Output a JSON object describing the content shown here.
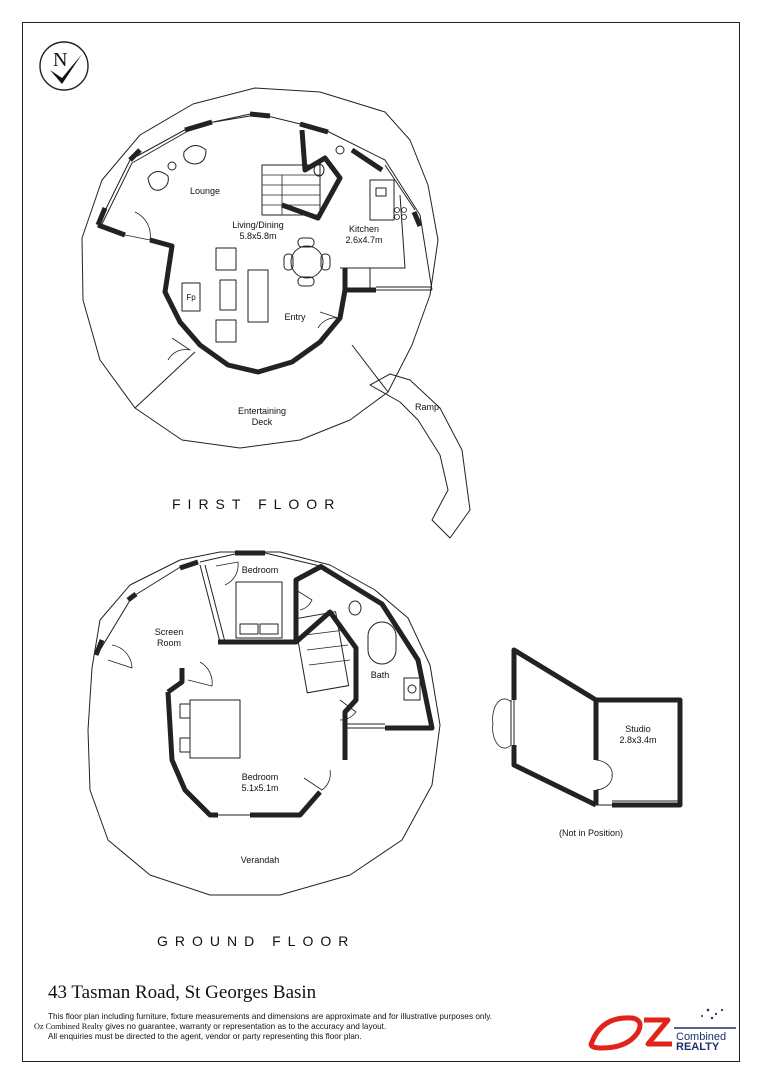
{
  "north_marker": "N",
  "first_floor": {
    "heading": "FIRST FLOOR",
    "rooms": {
      "lounge": "Lounge",
      "living_dining": "Living/Dining",
      "living_dining_size": "5.8x5.8m",
      "kitchen": "Kitchen",
      "kitchen_size": "2.6x4.7m",
      "entry": "Entry",
      "fireplace": "Fp",
      "deck_line1": "Entertaining",
      "deck_line2": "Deck",
      "ramp": "Ramp"
    }
  },
  "ground_floor": {
    "heading": "GROUND FLOOR",
    "rooms": {
      "bedroom_small": "Bedroom",
      "screen_line1": "Screen",
      "screen_line2": "Room",
      "bath": "Bath",
      "bedroom_main": "Bedroom",
      "bedroom_main_size": "5.1x5.1m",
      "verandah": "Verandah"
    }
  },
  "studio": {
    "name": "Studio",
    "size": "2.8x3.4m",
    "note": "(Not in Position)"
  },
  "footer": {
    "address": "43 Tasman Road, St Georges Basin",
    "disclaimer_line1": "This floor plan including furniture, fixture measurements and dimensions are approximate and for illustrative purposes only.",
    "agency": "Oz Combined Realty",
    "disclaimer_line2_rest": "gives no guarantee, warranty or representation as to the accuracy and layout.",
    "disclaimer_line3": "All enquiries must be directed to the agent, vendor or party representing this floor plan."
  },
  "logo": {
    "oz": "Oz",
    "combined": "Combined",
    "realty": "REALTY",
    "color_red": "#e2231a",
    "color_navy": "#1d2f6f"
  }
}
